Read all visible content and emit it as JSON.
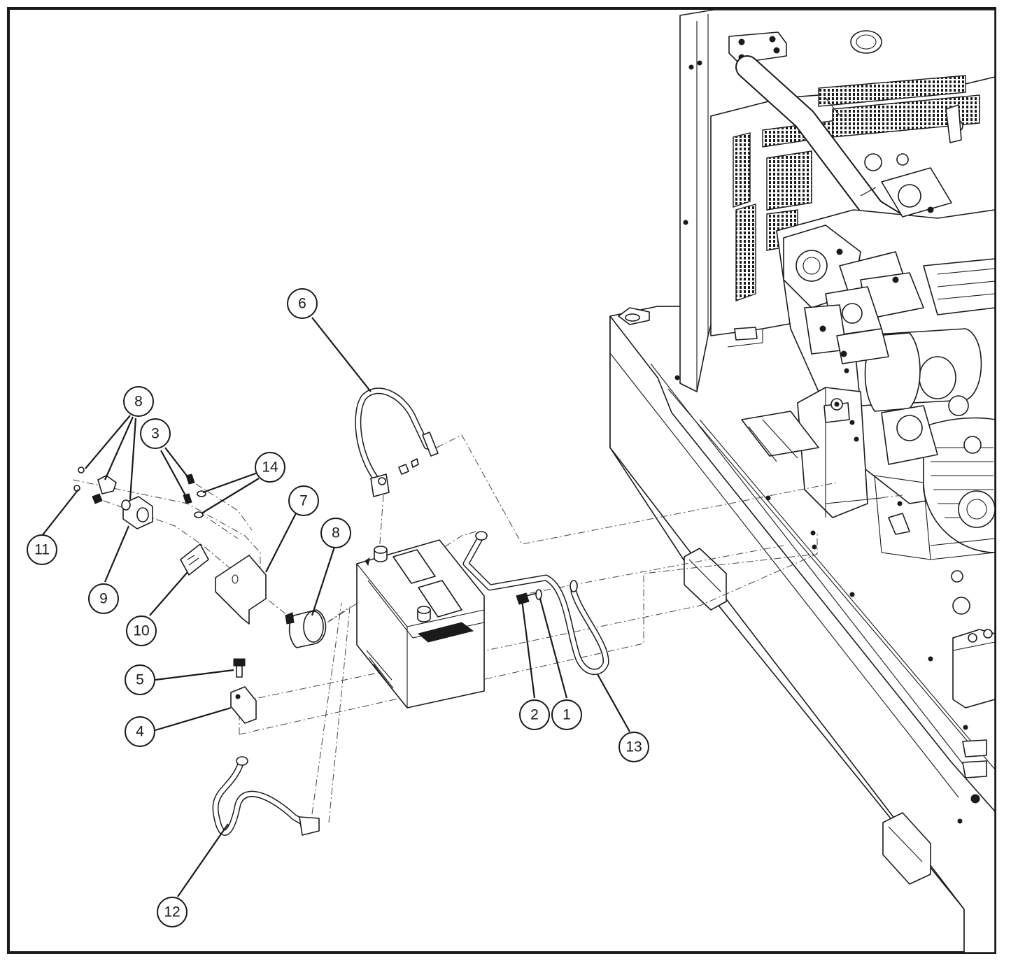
{
  "balloons": [
    {
      "id": "b6",
      "label": "6"
    },
    {
      "id": "b8a",
      "label": "8"
    },
    {
      "id": "b3",
      "label": "3"
    },
    {
      "id": "b14",
      "label": "14"
    },
    {
      "id": "b7",
      "label": "7"
    },
    {
      "id": "b8b",
      "label": "8"
    },
    {
      "id": "b11",
      "label": "11"
    },
    {
      "id": "b9",
      "label": "9"
    },
    {
      "id": "b10",
      "label": "10"
    },
    {
      "id": "b5",
      "label": "5"
    },
    {
      "id": "b4",
      "label": "4"
    },
    {
      "id": "b2",
      "label": "2"
    },
    {
      "id": "b1",
      "label": "1"
    },
    {
      "id": "b13",
      "label": "13"
    },
    {
      "id": "b12",
      "label": "12"
    }
  ],
  "colors": {
    "line": "#1a1a1a",
    "background": "#ffffff",
    "shade": "#9a9a9a"
  }
}
